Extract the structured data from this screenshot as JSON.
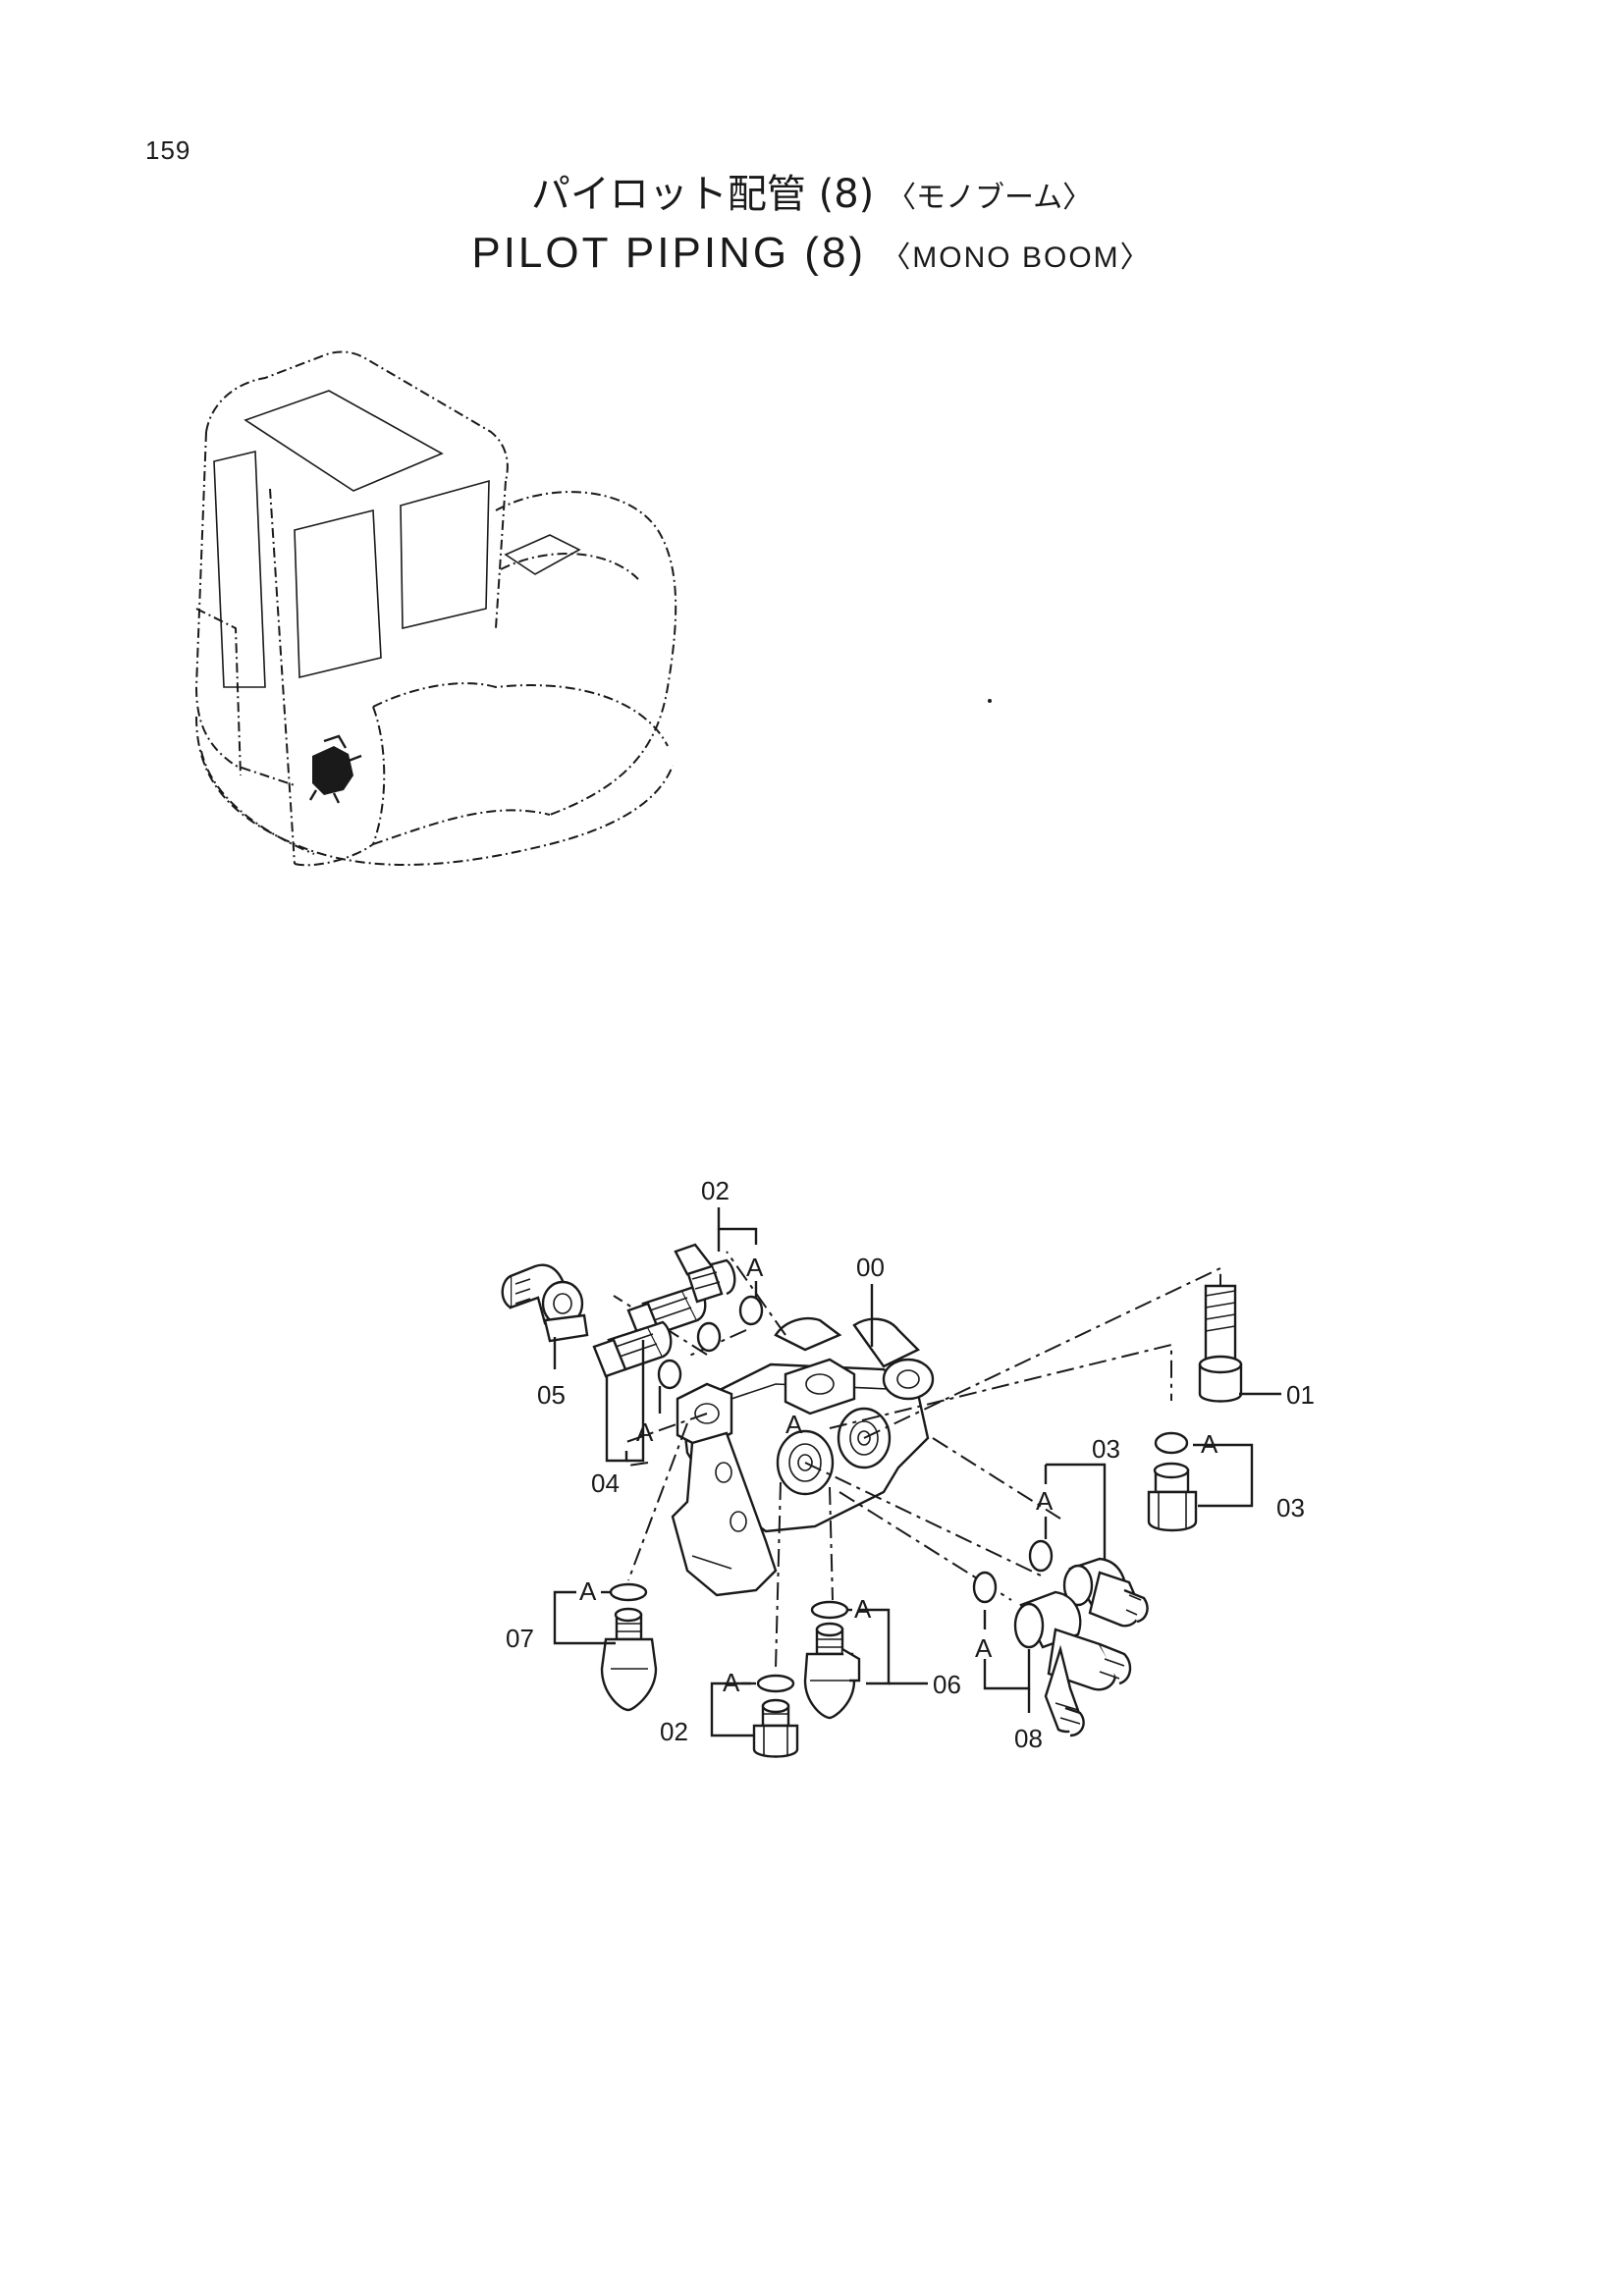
{
  "page": {
    "number": "159"
  },
  "title": {
    "japanese": "パイロット配管",
    "japanese_number": "(8)",
    "japanese_variant": "〈モノブーム〉",
    "english": "PILOT  PIPING",
    "english_number": "(8)",
    "english_variant": "〈MONO BOOM〉"
  },
  "diagram": {
    "group_letter": "A",
    "callouts": [
      {
        "id": "c-00",
        "label": "00"
      },
      {
        "id": "c-01",
        "label": "01"
      },
      {
        "id": "c-02-top",
        "label": "02"
      },
      {
        "id": "c-02-bottom",
        "label": "02"
      },
      {
        "id": "c-03-top",
        "label": "03"
      },
      {
        "id": "c-03-right",
        "label": "03"
      },
      {
        "id": "c-04",
        "label": "04"
      },
      {
        "id": "c-05",
        "label": "05"
      },
      {
        "id": "c-06",
        "label": "06"
      },
      {
        "id": "c-07",
        "label": "07"
      },
      {
        "id": "c-08",
        "label": "08"
      }
    ]
  }
}
